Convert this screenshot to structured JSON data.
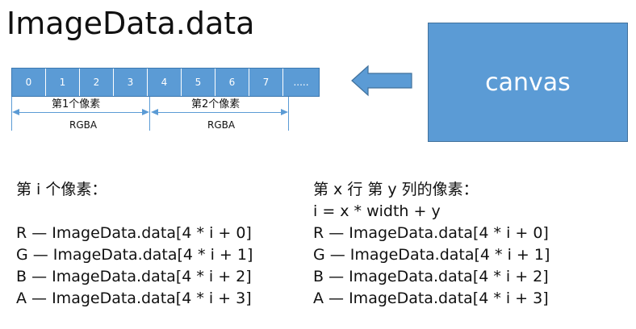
{
  "title": "ImageData.data",
  "array": {
    "cells": [
      "0",
      "1",
      "2",
      "3",
      "4",
      "5",
      "6",
      "7",
      "....."
    ]
  },
  "pixel_groups": [
    {
      "label": "第1个像素",
      "sublabel": "RGBA"
    },
    {
      "label": "第2个像素",
      "sublabel": "RGBA"
    }
  ],
  "canvas": {
    "label": "canvas"
  },
  "colors": {
    "accent": "#5b9bd5",
    "accent_dark": "#41719c"
  },
  "left_block": {
    "heading": "第 i 个像素：",
    "lines": [
      "R — ImageData.data[4 * i + 0]",
      "G — ImageData.data[4 * i + 1]",
      "B — ImageData.data[4 * i + 2]",
      "A — ImageData.data[4 * i + 3]"
    ]
  },
  "right_block": {
    "heading": "第 x 行 第 y 列的像素：",
    "formula": "i = x * width + y",
    "lines": [
      "R — ImageData.data[4 * i + 0]",
      "G — ImageData.data[4 * i + 1]",
      "B — ImageData.data[4 * i + 2]",
      "A — ImageData.data[4 * i + 3]"
    ]
  }
}
